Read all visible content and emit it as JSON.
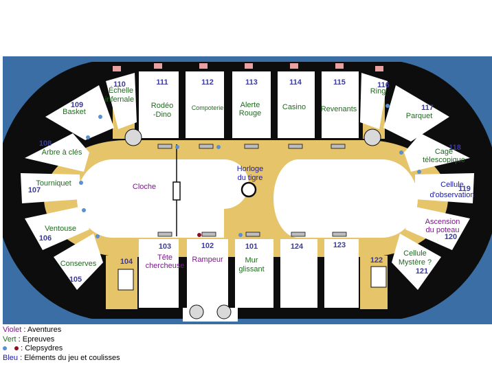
{
  "colors": {
    "water": "#3a6ea5",
    "wall": "#0d0d0d",
    "cell": "#ffffff",
    "courtyard": "#e6c46a",
    "aventure": "#7a1a8a",
    "epreuve": "#1e6b1e",
    "jeu": "#1a1aa8",
    "clepsydre_blue": "#5a8fd0",
    "clepsydre_red": "#8a1020"
  },
  "rooms": {
    "r111": {
      "num": "111",
      "label": [
        "Rodéo",
        "-Dino"
      ]
    },
    "r112": {
      "num": "112",
      "label": [
        "Compoterie"
      ]
    },
    "r113": {
      "num": "113",
      "label": [
        "Alerte",
        "Rouge"
      ]
    },
    "r114": {
      "num": "114",
      "label": [
        "Casino"
      ]
    },
    "r115": {
      "num": "115",
      "label": [
        "Revenants"
      ]
    },
    "r116": {
      "num": "116",
      "label": [
        "Ring"
      ]
    },
    "r117": {
      "num": "117",
      "label": [
        "Parquet"
      ]
    },
    "r118": {
      "num": "118",
      "label": [
        "Cage",
        "télescopique"
      ]
    },
    "r119": {
      "num": "119",
      "label": [
        "Cellule",
        "d'observation"
      ]
    },
    "r120": {
      "num": "120",
      "label": [
        "Ascension",
        "du poteau"
      ]
    },
    "r121": {
      "num": "121",
      "label": [
        "Cellule",
        "Mystère ?"
      ]
    },
    "r122": {
      "num": "122",
      "label": []
    },
    "r123": {
      "num": "123",
      "label": []
    },
    "r124": {
      "num": "124",
      "label": []
    },
    "r101": {
      "num": "101",
      "label": [
        "Mur",
        "glissant"
      ]
    },
    "r102": {
      "num": "102",
      "label": [
        "Rampeur"
      ]
    },
    "r103": {
      "num": "103",
      "label": [
        "Tête",
        "chercheuse"
      ]
    },
    "r104": {
      "num": "104",
      "label": []
    },
    "r105": {
      "num": "105",
      "label": [
        "Conserves"
      ]
    },
    "r106": {
      "num": "106",
      "label": [
        "Ventouse"
      ]
    },
    "r107": {
      "num": "107",
      "label": [
        "Tourniquet"
      ]
    },
    "r108": {
      "num": "108",
      "label": [
        "Arbre à clés"
      ]
    },
    "r109": {
      "num": "109",
      "label": [
        "Basket"
      ]
    },
    "r110": {
      "num": "110",
      "label": [
        "Échelle",
        "infernale"
      ]
    }
  },
  "courtyard": {
    "cloche": "Cloche",
    "horloge": [
      "Horloge",
      "du tigre"
    ]
  },
  "legend": {
    "violet_word": "Violet",
    "violet_text": " : Aventures",
    "vert_word": "Vert",
    "vert_text": " : Epreuves",
    "clep_text": " : Clepsydres",
    "bleu_word": "Bleu",
    "bleu_text": " : Eléments du jeu et coulisses"
  }
}
